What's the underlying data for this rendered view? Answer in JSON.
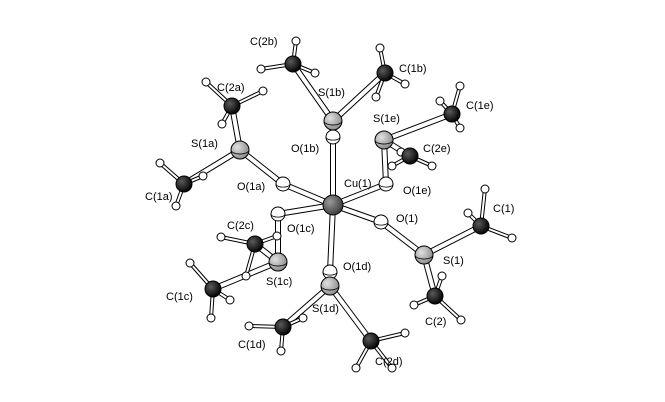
{
  "figure": {
    "atom_labels": {
      "Cu1": "Cu(1)",
      "O1": "O(1)",
      "O1a": "O(1a)",
      "O1b": "O(1b)",
      "O1c": "O(1c)",
      "O1d": "O(1d)",
      "O1e": "O(1e)",
      "S1": "S(1)",
      "S1a": "S(1a)",
      "S1b": "S(1b)",
      "S1c": "S(1c)",
      "S1d": "S(1d)",
      "S1e": "S(1e)",
      "C1": "C(1)",
      "C1a": "C(1a)",
      "C1b": "C(1b)",
      "C1c": "C(1c)",
      "C1d": "C(1d)",
      "C1e": "C(1e)",
      "C2": "C(2)",
      "C2a": "C(2a)",
      "C2b": "C(2b)",
      "C2c": "C(2c)",
      "C2d": "C(2d)",
      "C2e": "C(2e)"
    },
    "element_colors": {
      "Cu": "#555555",
      "O": "#ffffff",
      "S": "#b0b0b0",
      "C": "#111111",
      "H": "#ffffff"
    }
  }
}
